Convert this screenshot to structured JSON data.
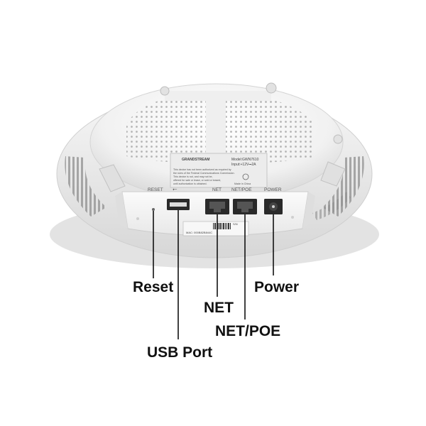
{
  "device": {
    "brand": "GRANDSTREAM",
    "model_line": "Model:GWN7610",
    "input_line": "Input:+12V⎓2A",
    "fcc_notice": [
      "This device has not been authorized as required by",
      "the rules of the Federal Communications Commission.",
      "This device is not, and may not be,",
      "offered for sale or lease, or sold or leased,",
      "until authorization is obtained."
    ],
    "origin": "Made in China",
    "barcode_mac": "MAC: 000B82B844C",
    "barcode_sn": "S/N"
  },
  "ports": {
    "reset_label": "RESET",
    "net_label": "NET",
    "netpoe_label": "NET/POE",
    "power_label": "POWER"
  },
  "callouts": {
    "reset": "Reset",
    "usb": "USB Port",
    "net": "NET",
    "netpoe": "NET/POE",
    "power": "Power"
  },
  "colors": {
    "body": "#f2f2f2",
    "shadow": "#cfcfcf",
    "vents": "#9a9a9a",
    "port": "#2a2a2a",
    "leader": "#111111"
  }
}
